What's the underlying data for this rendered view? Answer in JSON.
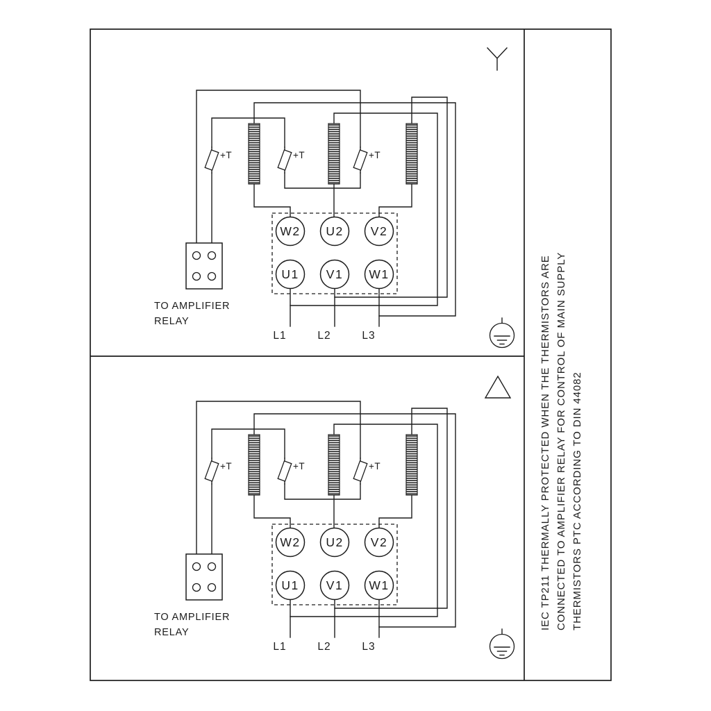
{
  "colors": {
    "line": "#1c1c1c",
    "background": "#ffffff"
  },
  "side_note": {
    "lines": [
      "IEC TP211 THERMALLY PROTECTED WHEN THE THERMISTORS ARE",
      "CONNECTED TO AMPLIFIER RELAY FOR CONTROL OF MAIN SUPPLY",
      "THERMISTORS PTC ACCORDING TO DIN 44082"
    ]
  },
  "panels": [
    {
      "connection": "star",
      "terminals_top": [
        "W2",
        "U2",
        "V2"
      ],
      "terminals_bottom": [
        "U1",
        "V1",
        "W1"
      ],
      "supply": [
        "L1",
        "L2",
        "L3"
      ],
      "thermistor_label": "+T",
      "caption_line1": "TO AMPLIFIER",
      "caption_line2": "RELAY"
    },
    {
      "connection": "delta",
      "terminals_top": [
        "W2",
        "U2",
        "V2"
      ],
      "terminals_bottom": [
        "U1",
        "V1",
        "W1"
      ],
      "supply": [
        "L1",
        "L2",
        "L3"
      ],
      "thermistor_label": "+T",
      "caption_line1": "TO AMPLIFIER",
      "caption_line2": "RELAY"
    }
  ]
}
